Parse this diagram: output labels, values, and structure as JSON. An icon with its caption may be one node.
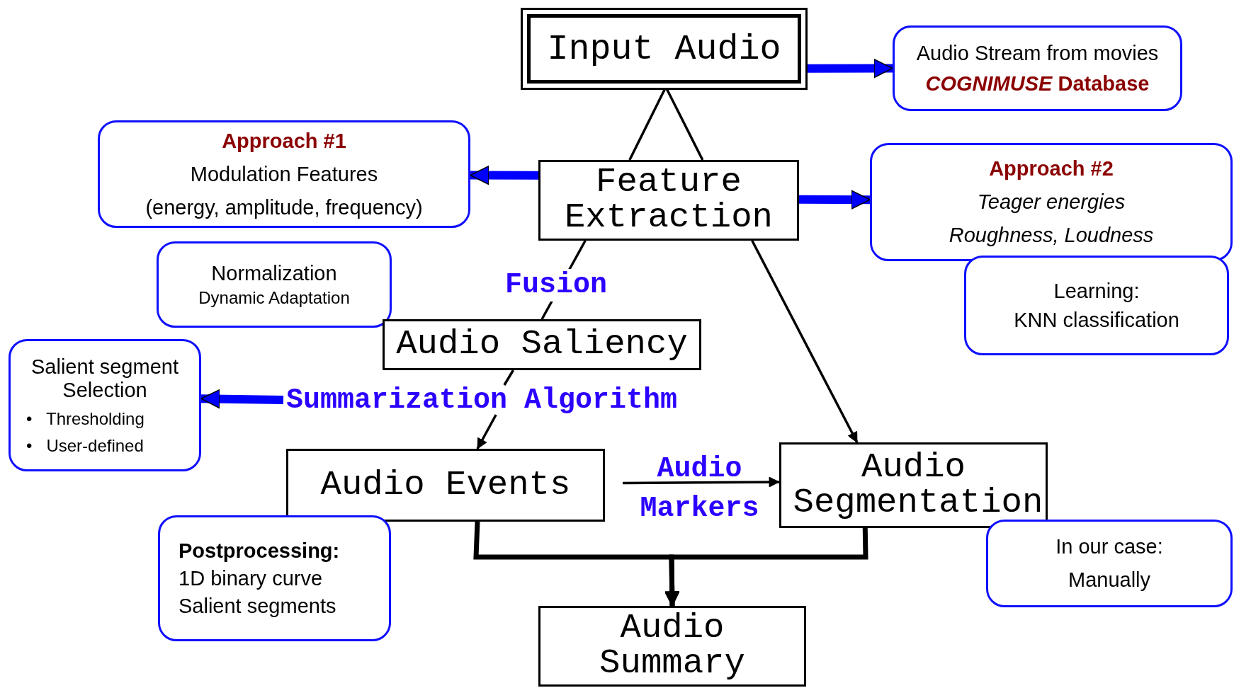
{
  "diagram": {
    "nodes": [
      {
        "text": [
          "Input Audio"
        ]
      },
      {
        "text": [
          "Audio Stream from movies",
          "*COGNIMUSE* Database"
        ]
      },
      {
        "text": [
          "Approach #1",
          "Modulation Features",
          "(energy, amplitude, frequency)"
        ]
      },
      {
        "text": [
          "Approach #2",
          "Teager energies",
          "Roughness, Loudness"
        ]
      },
      {
        "text": [
          "Feature Extraction"
        ]
      },
      {
        "text": [
          "Normalization",
          "Dynamic Adaptation"
        ]
      },
      {
        "text": [
          "Learning:",
          "KNN classification"
        ]
      },
      {
        "text": [
          "Audio Saliency"
        ]
      },
      {
        "text": [
          "Salient segment Selection",
          "•   Thresholding",
          "•   User-defined"
        ]
      },
      {
        "text": [
          "Summarization Algorithm"
        ]
      },
      {
        "text": [
          "Audio Events"
        ]
      },
      {
        "text": [
          "Audio Segmentation"
        ]
      },
      {
        "text": [
          "Postprocessing:",
          "1D binary curve",
          "Salient segments"
        ]
      },
      {
        "text": [
          "In our case:",
          "Manually"
        ]
      },
      {
        "text": [
          "Audio Summary"
        ]
      }
    ],
    "edges": [
      {
        "from": 0,
        "to": 1,
        "arrow": "to",
        "style": "thick",
        "color": "#0000ff"
      },
      {
        "from": 0,
        "to": 4,
        "arrow": "none"
      },
      {
        "from": 4,
        "to": 2,
        "arrow": "to",
        "style": "thick",
        "color": "#0000ff"
      },
      {
        "from": 4,
        "to": 3,
        "arrow": "to",
        "style": "thick",
        "color": "#0000ff"
      },
      {
        "from": 4,
        "to": 7,
        "arrow": "none",
        "label": "Fusion"
      },
      {
        "from": 4,
        "to": 11,
        "arrow": "to"
      },
      {
        "from": 7,
        "to": 9,
        "arrow": "none"
      },
      {
        "from": 9,
        "to": 10,
        "arrow": "to"
      },
      {
        "from": 9,
        "to": 8,
        "arrow": "to",
        "style": "thick",
        "color": "#0000ff"
      },
      {
        "from": 10,
        "to": 11,
        "arrow": "to"
      },
      {
        "from": 10,
        "to": 14,
        "arrow": "to",
        "style": "thick"
      },
      {
        "from": 11,
        "to": 14,
        "arrow": "to",
        "style": "thick"
      }
    ],
    "labels": [
      "Audio Markers"
    ]
  }
}
